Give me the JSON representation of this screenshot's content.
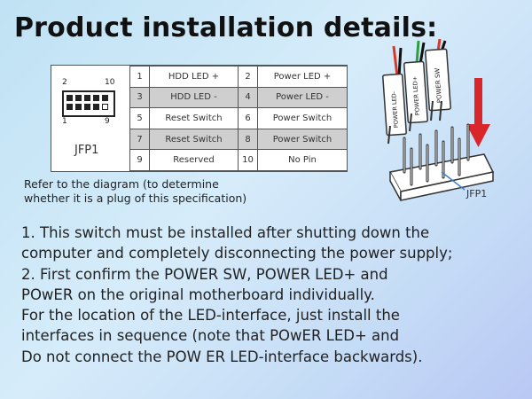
{
  "title": "Product installation details:",
  "diagram": {
    "connector_numbers": {
      "top_left": "2",
      "top_right": "10",
      "bottom_left": "1",
      "bottom_right": "9"
    },
    "header_label": "JFP1",
    "rows": [
      {
        "num_a": "1",
        "label_a": "HDD LED +",
        "num_b": "2",
        "label_b": "Power LED +",
        "shaded": false
      },
      {
        "num_a": "3",
        "label_a": "HDD LED -",
        "num_b": "4",
        "label_b": "Power LED -",
        "shaded": true
      },
      {
        "num_a": "5",
        "label_a": "Reset Switch",
        "num_b": "6",
        "label_b": "Power Switch",
        "shaded": false
      },
      {
        "num_a": "7",
        "label_a": "Reset Switch",
        "num_b": "8",
        "label_b": "Power Switch",
        "shaded": true
      },
      {
        "num_a": "9",
        "label_a": "Reserved",
        "num_b": "10",
        "label_b": "No Pin",
        "shaded": false
      }
    ]
  },
  "caption": {
    "line1": "Refer to the diagram (to determine",
    "line2": "whether it is a plug of this specification)"
  },
  "instructions": [
    "1. This switch must be installed after shutting down the",
    "computer and completely disconnecting the power supply;",
    "2. First confirm the POWER SW, POWER LED+ and",
    "POwER on the original motherboard individually.",
    "For the location of the LED-interface, just install the",
    "interfaces in sequence (note that POwER LED+ and",
    "Do not connect the POW ER LED-interface backwards)."
  ],
  "illustration": {
    "plug_labels": [
      "POWER LED-",
      "POWER LED+",
      "POWER SW"
    ],
    "header_label": "JFP1",
    "colors": {
      "wire_green": "#2e9e3e",
      "wire_black": "#111111",
      "wire_red": "#d33a2c",
      "arrow": "#d8262a",
      "pointer": "#3a7fd0"
    }
  }
}
